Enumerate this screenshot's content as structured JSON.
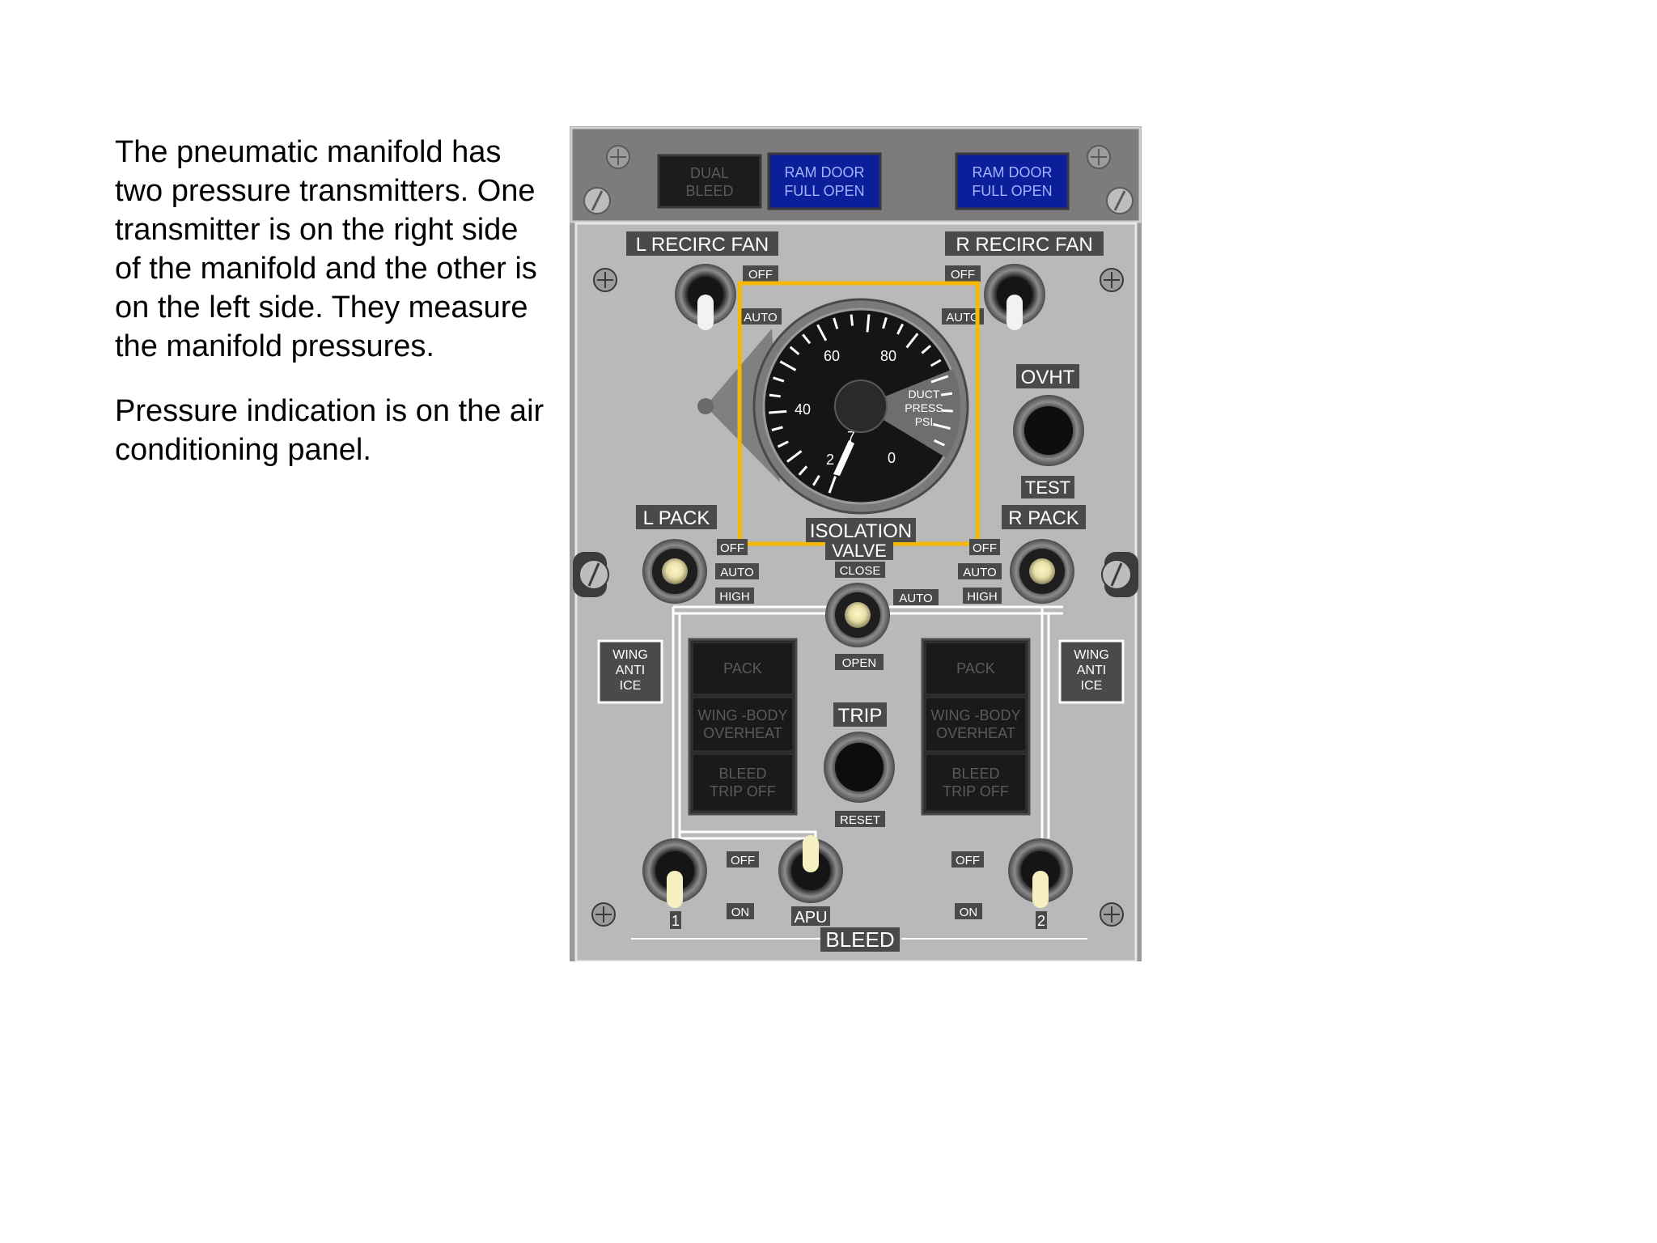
{
  "description": {
    "paragraphs": [
      "The pneumatic manifold has two pressure transmitters. One transmitter is on the right side of the manifold and the other is on the left side. They measure the manifold pressures.",
      "Pressure indication is on the air conditioning panel."
    ]
  },
  "panel": {
    "top_lights": {
      "dual_bleed": [
        "DUAL",
        "BLEED"
      ],
      "ram_door_left": [
        "RAM DOOR",
        "FULL OPEN"
      ],
      "ram_door_right": [
        "RAM DOOR",
        "FULL OPEN"
      ]
    },
    "recirc_fans": {
      "left_title": "L  RECIRC FAN",
      "right_title": "R  RECIRC FAN",
      "off": "OFF",
      "auto": "AUTO"
    },
    "gauge": {
      "ticks": [
        "60",
        "80",
        "40",
        "0",
        "2",
        "7"
      ],
      "label": [
        "DUCT",
        "PRESS",
        "PSI"
      ],
      "left_needle_value": 20,
      "right_needle_value": 20
    },
    "ovht": {
      "label": "OVHT",
      "test": "TEST"
    },
    "packs": {
      "left_title": "L PACK",
      "right_title": "R PACK",
      "positions": [
        "OFF",
        "AUTO",
        "HIGH"
      ]
    },
    "isolation_valve": {
      "title": [
        "ISOLATION",
        "VALVE"
      ],
      "close": "CLOSE",
      "auto": "AUTO",
      "open": "OPEN"
    },
    "wing_anti_ice": [
      "WING",
      "ANTI",
      "ICE"
    ],
    "annunciators": [
      "PACK",
      "WING -BODY",
      "OVERHEAT",
      "BLEED",
      "TRIP OFF"
    ],
    "trip": {
      "label": "TRIP",
      "reset": "RESET"
    },
    "bleed_switches": {
      "off": "OFF",
      "on": "ON",
      "engine_1": "1",
      "engine_2": "2",
      "apu": "APU",
      "section_title": "BLEED"
    },
    "highlight_color": "#f5b800"
  }
}
